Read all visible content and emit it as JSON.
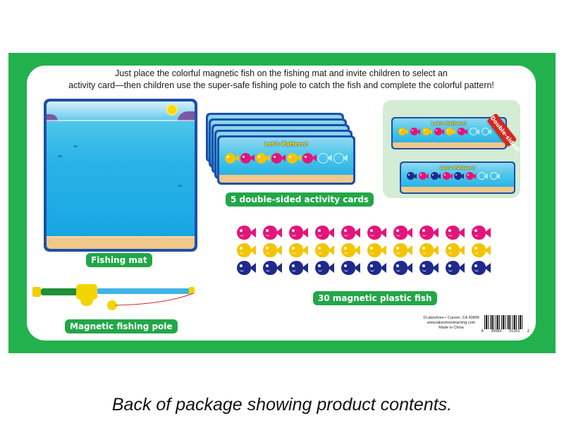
{
  "intro": {
    "line1": "Just place the colorful magnetic fish on the fishing mat and invite children to select an",
    "line2": "activity card—then children use the super-safe fishing pole to catch the fish and complete the colorful pattern!"
  },
  "components": {
    "mat_label": "Fishing mat",
    "cards_label": "5 double-sided activity cards",
    "fish_label": "30 magnetic plastic fish",
    "pole_label": "Magnetic fishing pole"
  },
  "activity_card": {
    "title": "Let's Pattern!",
    "count": 5,
    "front_pattern": [
      "yellow",
      "pink",
      "yellow",
      "pink",
      "yellow",
      "pink",
      "blank",
      "blank"
    ],
    "back_pattern": [
      "navy",
      "pink",
      "navy",
      "pink",
      "navy",
      "pink",
      "blank",
      "blank"
    ]
  },
  "double_sided_badge": "Double-sided!",
  "fish_set": {
    "rows": [
      "pink",
      "yellow",
      "navy"
    ],
    "per_row": 10
  },
  "colors": {
    "pink": "#e5147a",
    "yellow": "#f5c400",
    "navy": "#1f2a8c",
    "green": "#22b14c",
    "label_green": "#22a748"
  },
  "legal": {
    "line1": "©Lakeshore • Carson, CA 90895",
    "line2": "www.lakeshorelearning.com",
    "line3": "Made in China"
  },
  "barcode": {
    "lead": "6",
    "group1": "35682",
    "group2": "01261",
    "check": "2"
  },
  "caption": "Back of package showing product contents."
}
